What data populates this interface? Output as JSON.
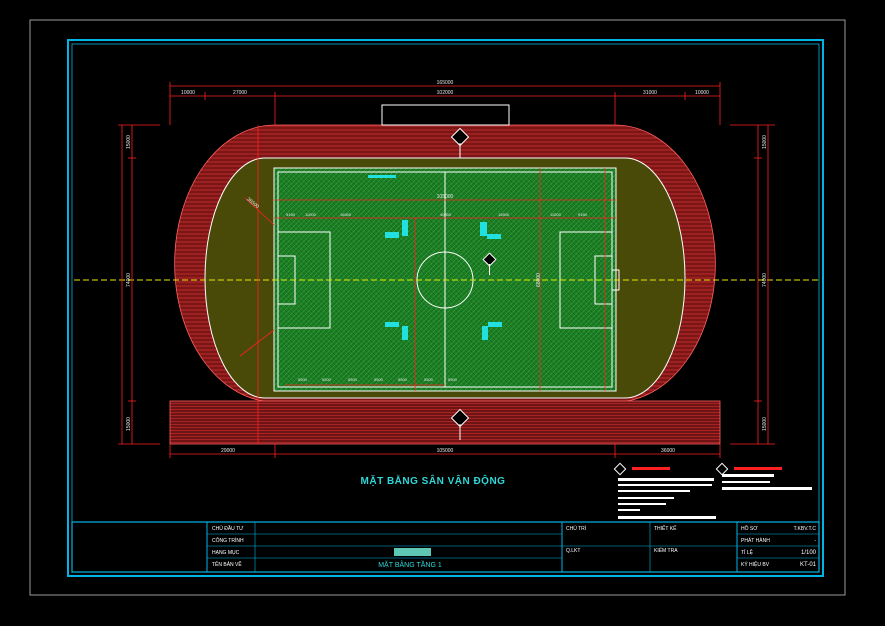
{
  "drawing_title": "MẶT BẰNG SÂN VẬN ĐỘNG",
  "dimensions": {
    "top_overall": "165000",
    "top_segments": [
      "10000",
      "27000",
      "102000",
      "31000",
      "10000"
    ],
    "field_length": "105000",
    "field_width": "68000",
    "left_side": [
      "15000",
      "74000",
      "15000"
    ],
    "right_side": [
      "15000",
      "74000",
      "15000"
    ],
    "bottom_segments": [
      "29000",
      "105000",
      "36000"
    ],
    "track_radius": "36500",
    "inner_bars": [
      "9150",
      "11000",
      "16500",
      "40300",
      "16500",
      "11000",
      "9150"
    ],
    "goal_area": [
      "5500",
      "5500",
      "5500",
      "5500",
      "5500",
      "5500",
      "5500"
    ]
  },
  "title_block": {
    "labels": {
      "owner": "CHỦ ĐẦU TƯ",
      "project": "CÔNG TRÌNH",
      "item": "HẠNG MỤC",
      "drawing_name": "TÊN BẢN VẼ",
      "chairman": "CHỦ TRÌ",
      "designer": "THIẾT KẾ",
      "qa": "Q.LKT",
      "checker": "KIỂM TRA",
      "file_no": "HỒ SƠ",
      "phase": "PHÁT HÀNH",
      "scale": "TỈ LỆ",
      "sheet_no": "KÝ HIỆU BV"
    },
    "values": {
      "drawing_name": "MẶT BẰNG TẦNG 1",
      "file_no": "T.KBV.T.C",
      "phase": "-",
      "scale": "1/100",
      "sheet_no": "KT-01"
    }
  },
  "colors": {
    "background": "#000000",
    "frame": "#00b4e6",
    "track": "#8c1c1c",
    "grass": "#1f7a22",
    "apron": "#4a4a08",
    "centerline": "#e8e800",
    "dimension": "#ff2020"
  }
}
